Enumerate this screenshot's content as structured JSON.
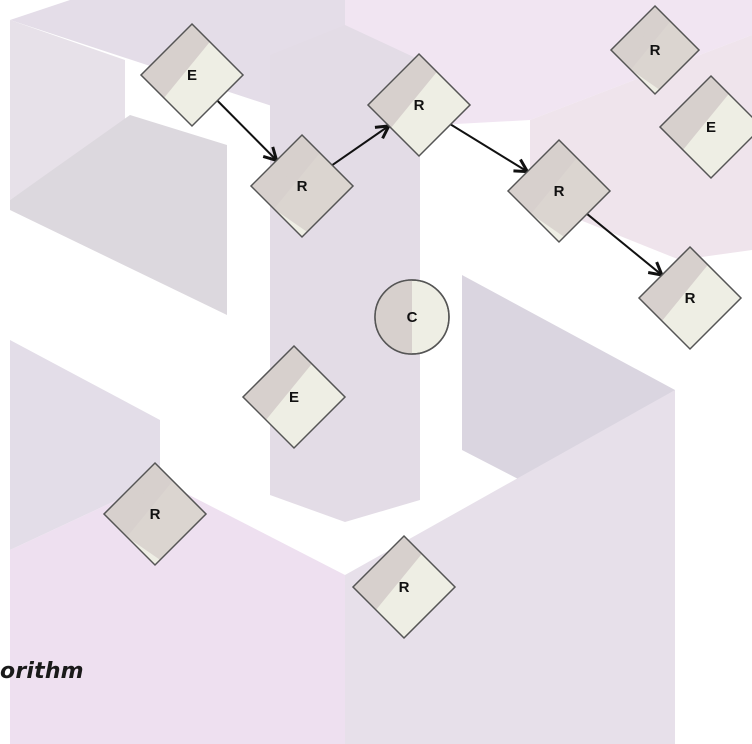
{
  "diagram": {
    "colors": {
      "node_fill_a": "#d7d0cd",
      "node_fill_b": "#eeeee4",
      "node_stroke": "#555555",
      "edge": "#111111",
      "bg_lavender": "#e6e0ec",
      "bg_pink": "#f1e5f1"
    },
    "nodes": [
      {
        "id": "n1",
        "label": "E",
        "shape": "diamond"
      },
      {
        "id": "n2",
        "label": "R",
        "shape": "diamond"
      },
      {
        "id": "n3",
        "label": "R",
        "shape": "diamond"
      },
      {
        "id": "n4",
        "label": "R",
        "shape": "diamond"
      },
      {
        "id": "n5",
        "label": "R",
        "shape": "diamond"
      },
      {
        "id": "n6",
        "label": "R",
        "shape": "diamond"
      },
      {
        "id": "n7",
        "label": "E",
        "shape": "diamond"
      },
      {
        "id": "n8",
        "label": "C",
        "shape": "circle"
      },
      {
        "id": "n9",
        "label": "E",
        "shape": "diamond"
      },
      {
        "id": "n10",
        "label": "R",
        "shape": "diamond"
      },
      {
        "id": "n11",
        "label": "R",
        "shape": "diamond"
      }
    ],
    "edges": [
      {
        "from": "n1",
        "to": "n2"
      },
      {
        "from": "n2",
        "to": "n3"
      },
      {
        "from": "n3",
        "to": "n4"
      },
      {
        "from": "n4",
        "to": "n5"
      }
    ]
  },
  "heading": "orithm"
}
